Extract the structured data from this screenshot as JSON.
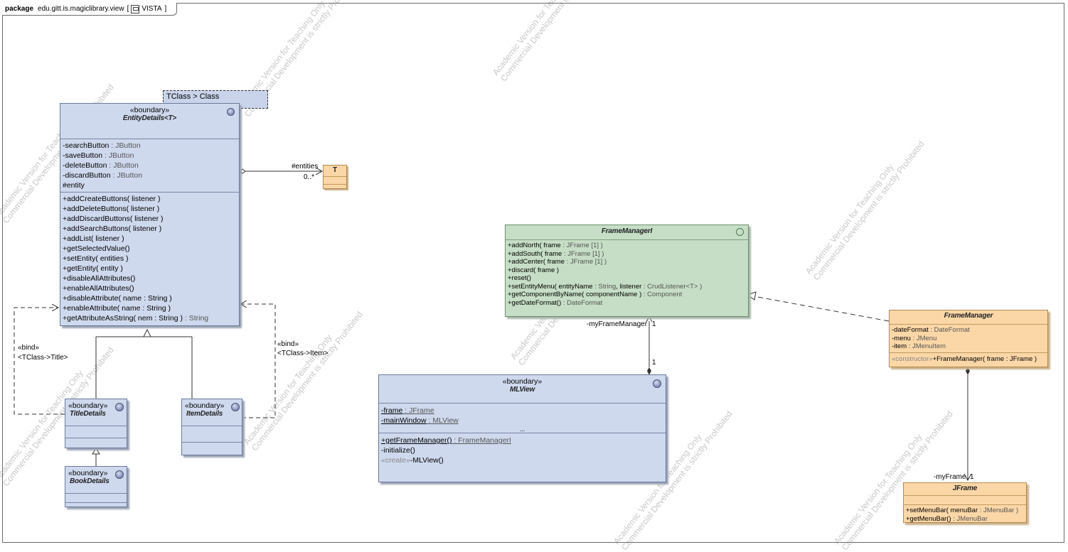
{
  "package": {
    "keyword": "package",
    "name": "edu.gitt.is.magiclibrary.view",
    "open_bracket": "[",
    "diagram_name": "VISTA",
    "close_bracket": "]"
  },
  "template_param": "TClass > Class",
  "classes": {
    "entity_details": {
      "stereotype": "«boundary»",
      "name": "EntityDetails<T>",
      "attributes": [
        {
          "name": "-searchButton",
          "type": " : JButton"
        },
        {
          "name": "-saveButton",
          "type": " : JButton"
        },
        {
          "name": "-deleteButton",
          "type": " : JButton"
        },
        {
          "name": "-discardButton",
          "type": " : JButton"
        },
        {
          "name": "#entity",
          "type": ""
        }
      ],
      "operations": [
        {
          "name": "+addCreateButtons( listener )",
          "type": ""
        },
        {
          "name": "+addDeleteButtons( listener )",
          "type": ""
        },
        {
          "name": "+addDiscardButtons( listener )",
          "type": ""
        },
        {
          "name": "+addSearchButtons( listener )",
          "type": ""
        },
        {
          "name": "+addList( listener )",
          "type": ""
        },
        {
          "name": "+getSelectedValue()",
          "type": ""
        },
        {
          "name": "+setEntity( entities )",
          "type": ""
        },
        {
          "name": "+getEntity( entity )",
          "type": ""
        },
        {
          "name": "+disableAllAttributes()",
          "type": ""
        },
        {
          "name": "+enableAllAttributes()",
          "type": ""
        },
        {
          "name": "+disableAttribute( name : String )",
          "type": ""
        },
        {
          "name": "+enableAttribute( name : String )",
          "type": ""
        },
        {
          "name": "+getAttributeAsString( nem : String )",
          "type": " : String"
        }
      ]
    },
    "t": {
      "name": "T"
    },
    "title_details": {
      "stereotype": "«boundary»",
      "name": "TitleDetails"
    },
    "item_details": {
      "stereotype": "«boundary»",
      "name": "ItemDetails"
    },
    "book_details": {
      "stereotype": "«boundary»",
      "name": "BookDetails"
    },
    "frame_manager_i": {
      "name": "FrameManagerI",
      "operations": [
        {
          "name": "+addNorth( frame",
          "type": " : JFrame [1] )"
        },
        {
          "name": "+addSouth( frame",
          "type": " : JFrame [1] )"
        },
        {
          "name": "+addCenter( frame",
          "type": " : JFrame [1] )"
        },
        {
          "name": "+discard( frame )",
          "type": ""
        },
        {
          "name": "+reset()",
          "type": ""
        },
        {
          "name": "+setEntityMenu( entityName",
          "type": " : String",
          "rest": ", listener",
          "type2": " : CrudListener<T> )"
        },
        {
          "name": "+getComponentByName( componentName )",
          "type": " : Component"
        },
        {
          "name": "+getDateFormat()",
          "type": " : DateFormat"
        }
      ]
    },
    "mlview": {
      "stereotype": "«boundary»",
      "name": "MLView",
      "attributes": [
        {
          "name": "-frame",
          "type": " : JFrame"
        },
        {
          "name": "-mainWindow",
          "type": " : MLView"
        }
      ],
      "ellipsis": "...",
      "operations": [
        {
          "name": "+getFrameManager()",
          "type": " : FrameManagerI"
        },
        {
          "name": "-initialize()",
          "type": ""
        }
      ],
      "ctor_stereo": "«create»",
      "ctor": "-MLView()"
    },
    "frame_manager": {
      "name": "FrameManager",
      "attributes": [
        {
          "name": "-dateFormat",
          "type": " : DateFormat"
        },
        {
          "name": "-menu",
          "type": " : JMenu"
        },
        {
          "name": "-item",
          "type": " : JMenuItem"
        }
      ],
      "ctor_stereo": "«constructor»",
      "ctor": "+FrameManager( frame : JFrame )"
    },
    "jframe": {
      "name": "JFrame",
      "operations": [
        {
          "name": "+setMenuBar( menuBar",
          "type": " : JMenuBar )"
        },
        {
          "name": "+getMenuBar()",
          "type": " : JMenuBar"
        }
      ]
    }
  },
  "labels": {
    "entities_role": "#entities",
    "entities_mult": "0..*",
    "bind_left": "«bind»",
    "bind_left_arg": "<TClass->Title>",
    "bind_right": "«bind»",
    "bind_right_arg": "<TClass->Item>",
    "my_frame_manager_role": "-myFrameManager",
    "my_frame_manager_mult": "1",
    "mlview_mult": "1",
    "my_frame_role": "-myFrame",
    "my_frame_mult": "1"
  },
  "watermark": {
    "line1": "Academic Version for Teaching Only",
    "line2": "Commercial Development is strictly Prohibited"
  },
  "colors": {
    "boundary_fill": "#cfd9ee",
    "interface_fill": "#c6dec6",
    "external_fill": "#fbd7a7"
  }
}
